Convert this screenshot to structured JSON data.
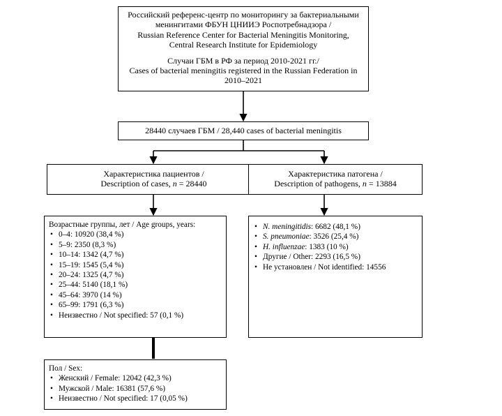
{
  "top_box": {
    "line1": "Российский референс-центр по мониторингу за бактериальными",
    "line2": "менингитами ФБУН ЦНИИЭ Роспотребнадзора /",
    "line3": "Russian Reference Center for Bacterial Meningitis Monitoring,",
    "line4": "Central Research Institute for Epidemiology",
    "line5": "Случаи ГБМ в РФ за период 2010-2021 гг./",
    "line6": "Cases of bacterial meningitis registered in the Russian Federation in",
    "line7": "2010–2021"
  },
  "total_box": {
    "text": "28440 случаев ГБМ / 28,440 cases of bacterial meningitis"
  },
  "patients_box": {
    "line1": "Характеристика пациентов /",
    "line2_prefix": "Description of cases, ",
    "n_symbol": "n",
    "line2_suffix": " = 28440"
  },
  "pathogens_box": {
    "line1": "Характеристика патогена /",
    "line2_prefix": "Description of pathogens, ",
    "n_symbol": "n",
    "line2_suffix": " = 13884"
  },
  "age_box": {
    "title": "Возрастные группы, лет / Age groups, years:",
    "items": [
      "0–4: 10920 (38,4 %)",
      "5–9: 2350 (8,3 %)",
      "10–14: 1342 (4,7 %)",
      "15–19: 1545 (5,4 %)",
      "20–24: 1325 (4,7 %)",
      "25–44: 5140 (18,1 %)",
      "45–64: 3970 (14 %)",
      "65–99: 1791 (6,3 %)",
      "Неизвестно / Not specified: 57 (0,1 %)"
    ]
  },
  "pathogen_list": {
    "items": [
      {
        "name": "N. meningitidis",
        "value": ": 6682 (48,1 %)"
      },
      {
        "name": "S. pneumoniae",
        "value": ": 3526 (25,4 %)"
      },
      {
        "name": "H. influenzae",
        "value": ": 1383 (10 %)"
      },
      {
        "text": "Другие / Other: 2293 (16,5 %)"
      },
      {
        "text": "Не установлен / Not identified: 14556"
      }
    ]
  },
  "sex_box": {
    "title": "Пол / Sex:",
    "items": [
      "Женский / Female: 12042 (42,3 %)",
      "Мужской / Male: 16381 (57,6 %)",
      "Неизвестно / Not specified: 17 (0,05 %)"
    ]
  }
}
